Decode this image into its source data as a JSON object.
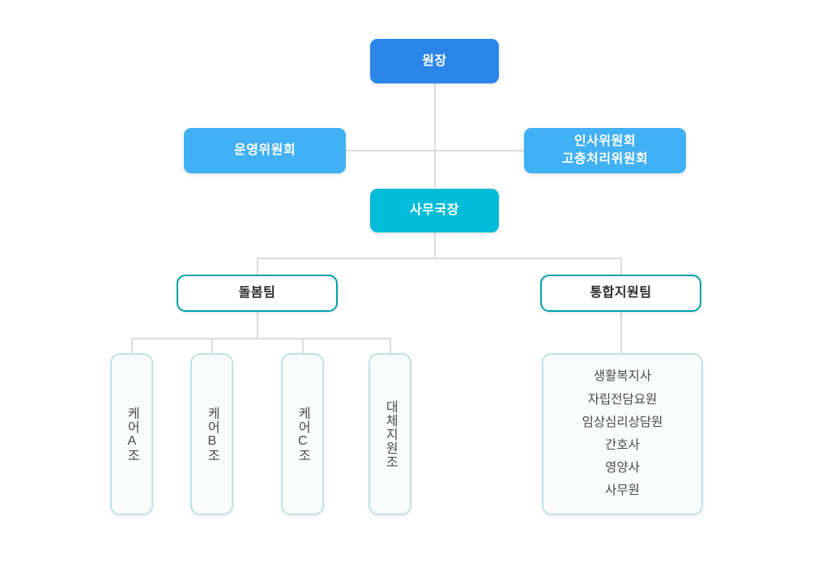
{
  "chart_data": {
    "type": "diagram",
    "subtype": "organization-chart",
    "title": "",
    "orientation": "top-down",
    "nodes": [
      {
        "id": "director",
        "label": "원장",
        "level": 0,
        "style": "filled-blue"
      },
      {
        "id": "operating",
        "label": "운영위원회",
        "level": 1,
        "style": "filled-lightblue"
      },
      {
        "id": "personnel",
        "label": "인사위원회\n고충처리위원회",
        "level": 1,
        "style": "filled-lightblue"
      },
      {
        "id": "secretary",
        "label": "사무국장",
        "level": 2,
        "style": "filled-cyan"
      },
      {
        "id": "care-team",
        "label": "돌봄팀",
        "level": 3,
        "style": "outlined-teal"
      },
      {
        "id": "support-team",
        "label": "통합지원팀",
        "level": 3,
        "style": "outlined-teal"
      },
      {
        "id": "care-a",
        "label": "케어A조",
        "level": 4,
        "style": "pale-vertical"
      },
      {
        "id": "care-b",
        "label": "케어B조",
        "level": 4,
        "style": "pale-vertical"
      },
      {
        "id": "care-c",
        "label": "케어C조",
        "level": 4,
        "style": "pale-vertical"
      },
      {
        "id": "care-sub",
        "label": "대체지원조",
        "level": 4,
        "style": "pale-vertical"
      },
      {
        "id": "support-roles",
        "label": "생활복지사 / 자립전담요원 / 임상심리상담원 / 간호사 / 영양사 / 사무원",
        "level": 4,
        "style": "pale-list"
      }
    ],
    "edges": [
      {
        "from": "director",
        "to": "secretary"
      },
      {
        "from": "director",
        "to": "operating"
      },
      {
        "from": "director",
        "to": "personnel"
      },
      {
        "from": "secretary",
        "to": "care-team"
      },
      {
        "from": "secretary",
        "to": "support-team"
      },
      {
        "from": "care-team",
        "to": "care-a"
      },
      {
        "from": "care-team",
        "to": "care-b"
      },
      {
        "from": "care-team",
        "to": "care-c"
      },
      {
        "from": "care-team",
        "to": "care-sub"
      },
      {
        "from": "support-team",
        "to": "support-roles"
      }
    ]
  },
  "colors": {
    "director_blue": "#2a85e8",
    "committee_blue": "#41b0f5",
    "secretary_cyan": "#00bcd8",
    "team_border_teal": "#00a0a8",
    "leaf_border_pale": "#bfe2e2",
    "leaf_fill": "#fafcfc",
    "connector_gray": "#dcdcdc",
    "background": "#ffffff"
  },
  "nodes": {
    "director": {
      "label": "원장"
    },
    "operating_committee": {
      "label": "운영위원회"
    },
    "personnel_committee": {
      "line1": "인사위원회",
      "line2": "고충처리위원회"
    },
    "secretary_general": {
      "label": "사무국장"
    },
    "care_team": {
      "label": "돌봄팀"
    },
    "support_team": {
      "label": "통합지원팀"
    },
    "care_squads": [
      {
        "label": "케어A조"
      },
      {
        "label": "케어B조"
      },
      {
        "label": "케어C조"
      },
      {
        "label": "대체지원조"
      }
    ],
    "support_roles": [
      {
        "label": "생활복지사"
      },
      {
        "label": "자립전담요원"
      },
      {
        "label": "임상심리상담원"
      },
      {
        "label": "간호사"
      },
      {
        "label": "영양사"
      },
      {
        "label": "사무원"
      }
    ]
  }
}
